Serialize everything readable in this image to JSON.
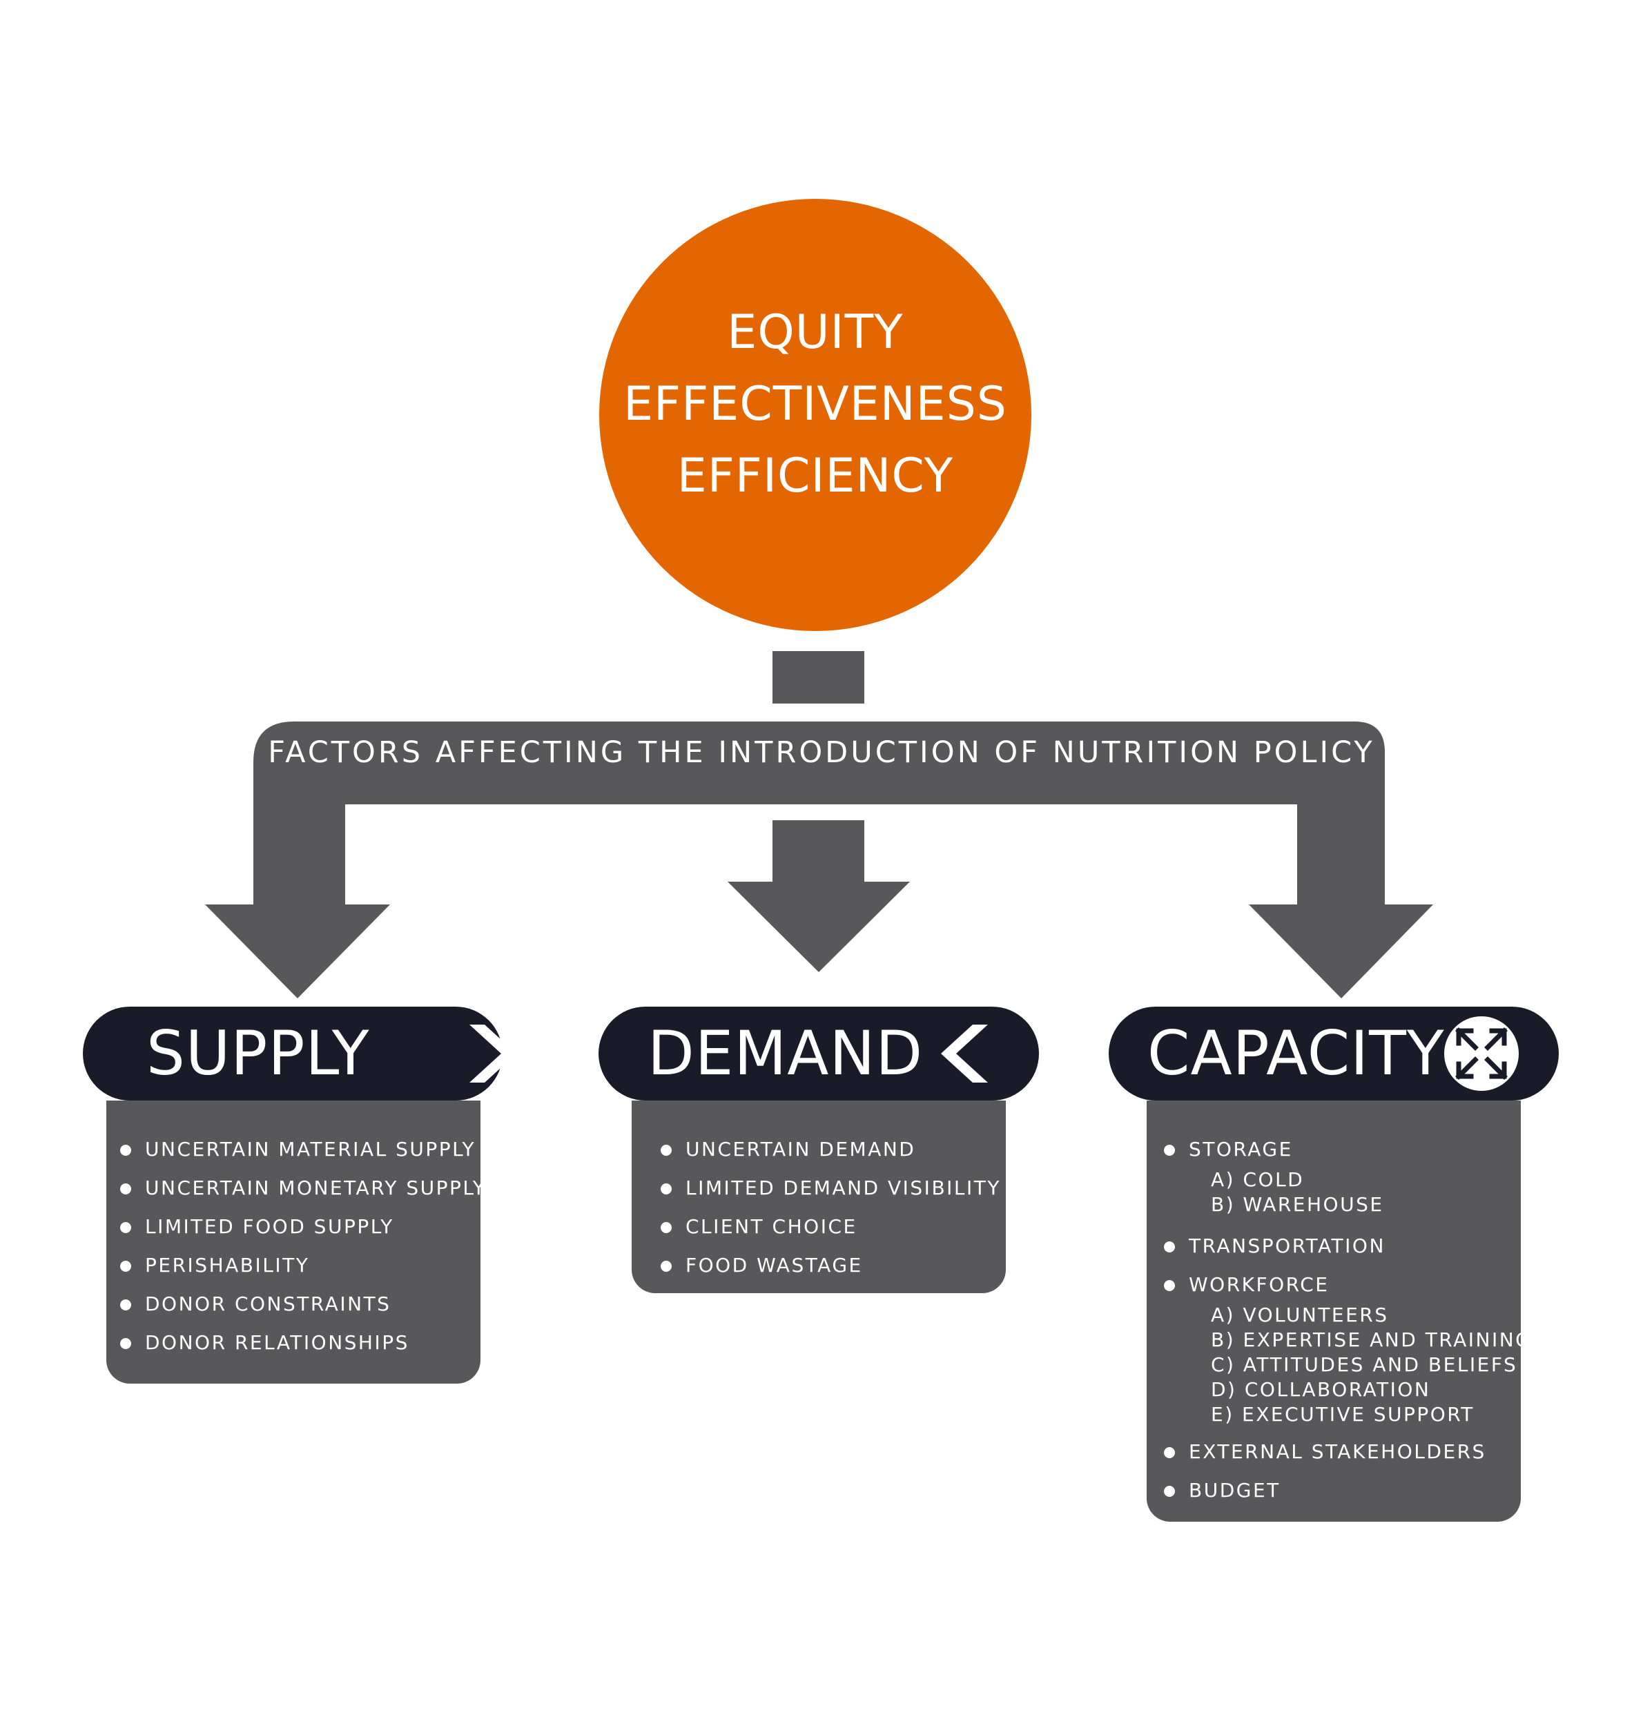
{
  "goal": {
    "lines": [
      "EQUITY",
      "EFFECTIVENESS",
      "EFFICIENCY"
    ]
  },
  "factors_label": "FACTORS AFFECTING THE INTRODUCTION OF NUTRITION POLICY",
  "columns": [
    {
      "title": "SUPPLY",
      "icon": "chevron-right-icon",
      "items": [
        {
          "label": "UNCERTAIN MATERIAL SUPPLY",
          "sub": []
        },
        {
          "label": "UNCERTAIN MONETARY SUPPLY",
          "sub": []
        },
        {
          "label": "LIMITED FOOD SUPPLY",
          "sub": []
        },
        {
          "label": "PERISHABILITY",
          "sub": []
        },
        {
          "label": "DONOR CONSTRAINTS",
          "sub": []
        },
        {
          "label": "DONOR RELATIONSHIPS",
          "sub": []
        }
      ]
    },
    {
      "title": "DEMAND",
      "icon": "chevron-left-icon",
      "items": [
        {
          "label": "UNCERTAIN DEMAND",
          "sub": []
        },
        {
          "label": "LIMITED DEMAND VISIBILITY",
          "sub": []
        },
        {
          "label": "CLIENT CHOICE",
          "sub": []
        },
        {
          "label": "FOOD WASTAGE",
          "sub": []
        }
      ]
    },
    {
      "title": "CAPACITY",
      "icon": "expand-arrows-icon",
      "items": [
        {
          "label": "STORAGE",
          "sub": [
            "A) COLD",
            "B) WAREHOUSE"
          ]
        },
        {
          "label": "TRANSPORTATION",
          "sub": []
        },
        {
          "label": "WORKFORCE",
          "sub": [
            "A) VOLUNTEERS",
            "B) EXPERTISE AND TRAINING",
            "C) ATTITUDES AND BELIEFS",
            "D) COLLABORATION",
            "E) EXECUTIVE SUPPORT"
          ]
        },
        {
          "label": "EXTERNAL STAKEHOLDERS",
          "sub": []
        },
        {
          "label": "BUDGET",
          "sub": []
        }
      ]
    }
  ],
  "colors": {
    "goal_circle": "#e46600",
    "connector": "#58585a",
    "pill": "#1a1b28",
    "text_on_dark": "#ffffff"
  }
}
